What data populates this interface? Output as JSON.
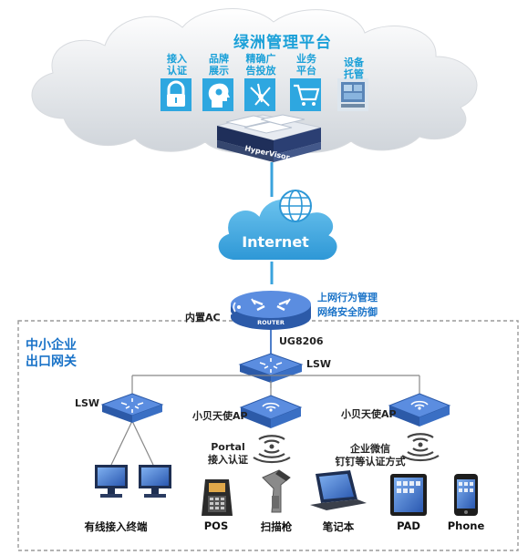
{
  "cloud": {
    "title": "绿洲管理平台",
    "services": [
      {
        "label": "接入\n认证",
        "icon": "lock-icon"
      },
      {
        "label": "品牌\n展示",
        "icon": "head-gear-icon"
      },
      {
        "label": "精确广\n告投放",
        "icon": "broadcast-icon"
      },
      {
        "label": "业务\n平台",
        "icon": "shopping-cart-icon"
      },
      {
        "label": "设备\n托管",
        "icon": "device-screen-icon"
      }
    ],
    "server_label": "HyperVisor"
  },
  "internet": {
    "label": "Internet"
  },
  "router": {
    "label": "ROUTER",
    "ac_label": "内置AC",
    "features": "上网行为管理\n网络安全防御",
    "model": "UG8206"
  },
  "zone": {
    "title": "中小企业\n出口网关"
  },
  "switches": {
    "core_label": "LSW",
    "access_label": "LSW"
  },
  "access_points": [
    {
      "label": "小贝天使AP",
      "auth": "Portal\n接入认证"
    },
    {
      "label": "小贝天使AP",
      "auth": "企业微信\n钉钉等认证方式"
    }
  ],
  "devices": [
    {
      "label": "有线接入终端",
      "icon": "desktop-computer-icon"
    },
    {
      "label": "POS",
      "icon": "pos-terminal-icon"
    },
    {
      "label": "扫描枪",
      "icon": "barcode-scanner-icon"
    },
    {
      "label": "笔记本",
      "icon": "laptop-icon"
    },
    {
      "label": "PAD",
      "icon": "tablet-icon"
    },
    {
      "label": "Phone",
      "icon": "phone-icon"
    }
  ],
  "colors": {
    "accent_blue": "#1a73c8",
    "cloud_text": "#1aa0d8",
    "device_blue": "#3a6fc4",
    "connector_blue": "#3aa3dd"
  }
}
